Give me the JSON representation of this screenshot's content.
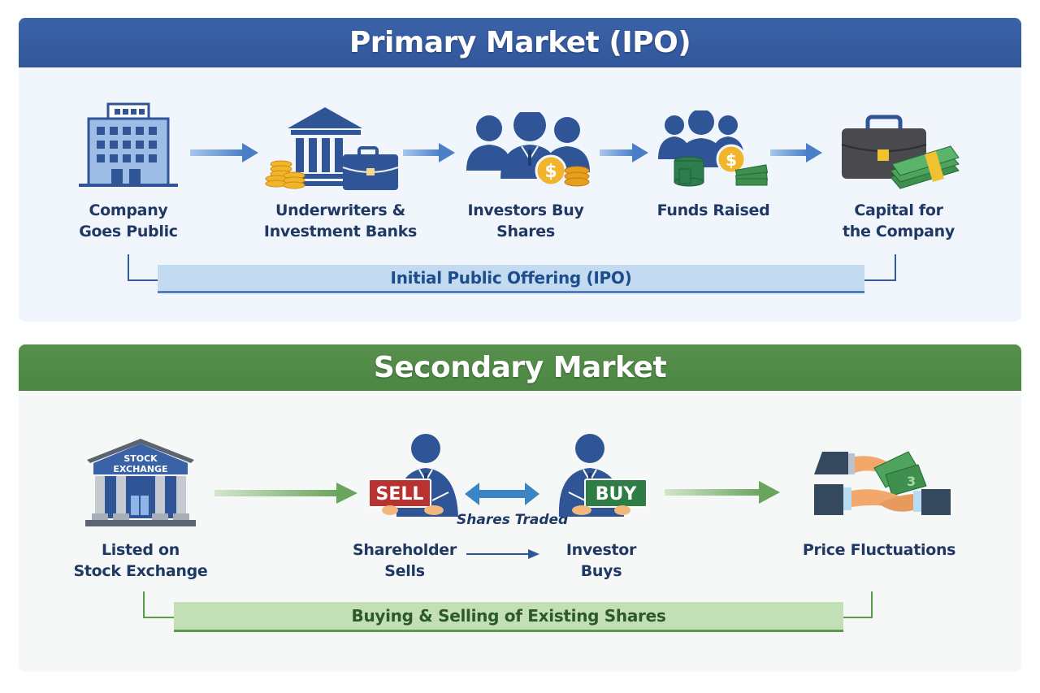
{
  "primary": {
    "title": "Primary Market (IPO)",
    "steps": [
      {
        "label_line1": "Company",
        "label_line2": "Goes Public",
        "icon": "office-building-icon"
      },
      {
        "label_line1": "Underwriters &",
        "label_line2": "Investment Banks",
        "icon": "bank-briefcase-coins-icon"
      },
      {
        "label_line1": "Investors Buy",
        "label_line2": "Shares",
        "icon": "investors-coins-icon"
      },
      {
        "label_line1": "Funds Raised",
        "label_line2": "",
        "icon": "people-money-icon"
      },
      {
        "label_line1": "Capital for",
        "label_line2": "the Company",
        "icon": "briefcase-cash-icon"
      }
    ],
    "banner": "Initial Public Offering (IPO)"
  },
  "secondary": {
    "title": "Secondary Market",
    "steps": [
      {
        "label_line1": "Listed on",
        "label_line2": "Stock Exchange",
        "icon": "stock-exchange-building-icon"
      },
      {
        "label_line1": "Shareholder",
        "label_line2": "Sells",
        "icon": "seller-person-icon"
      },
      {
        "label_line1": "Investor",
        "label_line2": "Buys",
        "icon": "buyer-person-icon"
      },
      {
        "label_line1": "Price Fluctuations",
        "label_line2": "",
        "icon": "hands-exchanging-money-icon"
      }
    ],
    "exchange_sign_line1": "STOCK",
    "exchange_sign_line2": "EXCHANGE",
    "sell_sign": "SELL",
    "buy_sign": "BUY",
    "shares_traded": "Shares Traded",
    "banner": "Buying & Selling of Existing Shares"
  },
  "colors": {
    "primary_header": "#3a62a7",
    "secondary_header": "#4f8a46",
    "text_navy": "#1f3864",
    "sell_red": "#b83232",
    "buy_green": "#2e7d44",
    "coin_gold": "#f0b52a",
    "cash_green": "#3f8f4f"
  }
}
